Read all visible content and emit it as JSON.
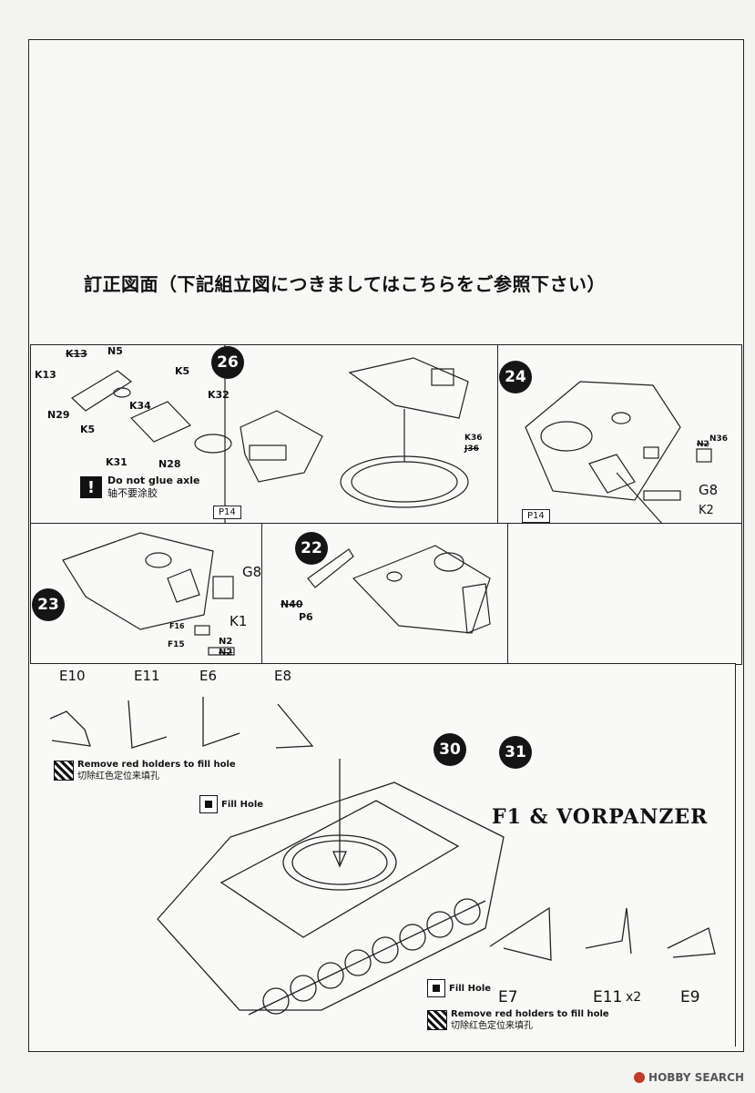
{
  "heading": "訂正図面（下記組立図につきましてはこちらをご参照下さい）",
  "steps": {
    "s26": "26",
    "s24": "24",
    "s23": "23",
    "s22": "22",
    "s30": "30",
    "s31": "31"
  },
  "panel_26": {
    "labels": [
      "K13",
      "N5",
      "K13",
      "K5",
      "K32",
      "K34",
      "N29",
      "K5",
      "K31",
      "N28",
      "K36",
      "J36"
    ],
    "warning_en": "Do not glue axle",
    "warning_zh": "轴不要涂胶",
    "page_ref": "P14"
  },
  "panel_24": {
    "labels": [
      "N36",
      "N2",
      "G8",
      "K2"
    ],
    "page_ref": "P14"
  },
  "panel_23": {
    "labels": [
      "G8",
      "K1",
      "F16",
      "F15",
      "N2",
      "N2"
    ]
  },
  "panel_22": {
    "labels": [
      "N40",
      "P6"
    ]
  },
  "bottom": {
    "parts_top": [
      "E10",
      "E11",
      "E6",
      "E8"
    ],
    "parts_bottom": [
      "E7",
      "E11",
      "x2",
      "E9"
    ],
    "remove_en": "Remove red holders to fill hole",
    "remove_zh": "切除红色定位来填孔",
    "fill_hole": "Fill Hole",
    "title": "F1 & VORPANZER"
  },
  "watermark": "HOBBY SEARCH"
}
